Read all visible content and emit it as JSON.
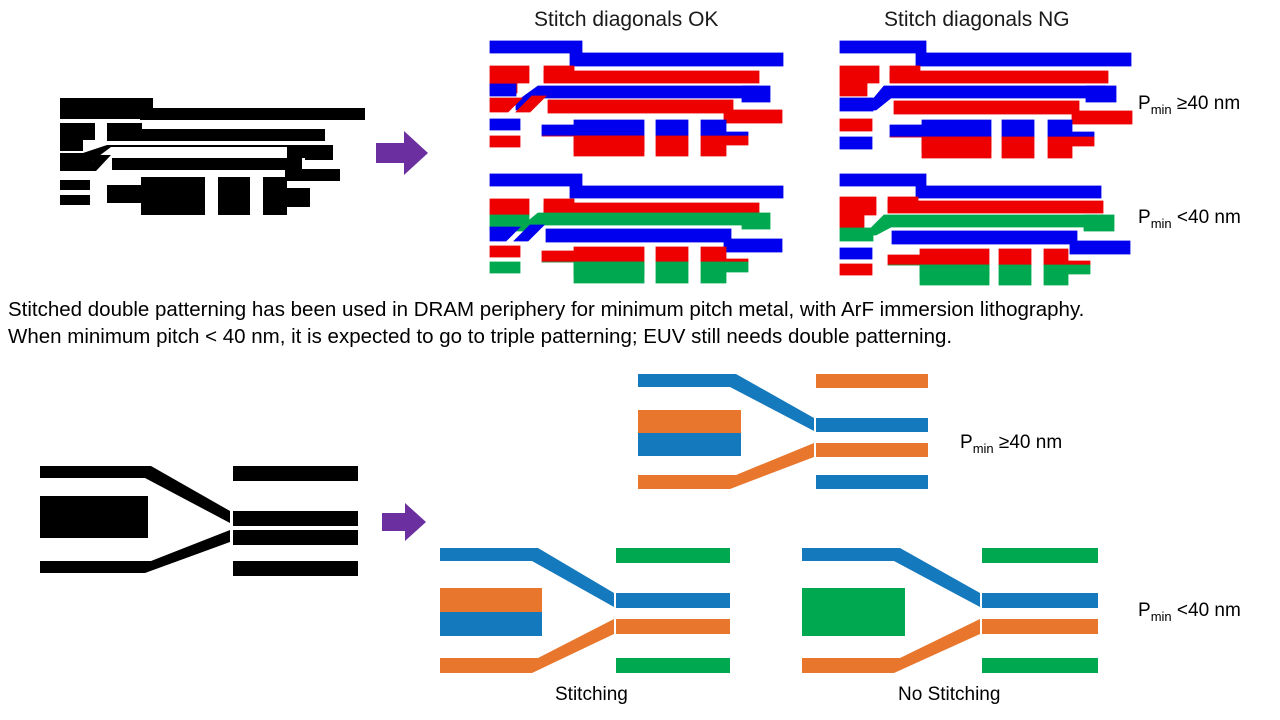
{
  "headers": {
    "stitch_ok": "Stitch diagonals OK",
    "stitch_ng": "Stitch diagonals NG"
  },
  "right_labels": {
    "top_ge40": {
      "p": "P",
      "sub": "min",
      "rest": " ≥40 nm"
    },
    "top_lt40": {
      "p": "P",
      "sub": "min",
      "rest": " <40 nm"
    },
    "bot_ge40": {
      "p": "P",
      "sub": "min",
      "rest": " ≥40 nm"
    },
    "bot_lt40": {
      "p": "P",
      "sub": "min",
      "rest": " <40 nm"
    }
  },
  "body_text": {
    "line1": "Stitched double patterning has been used in DRAM periphery for minimum pitch metal, with ArF immersion lithography.",
    "line2": "When minimum pitch < 40 nm, it is expected to go to triple patterning; EUV still needs double patterning."
  },
  "captions": {
    "stitching": "Stitching",
    "no_stitching": "No Stitching"
  },
  "colors": {
    "red": "#ee0000",
    "blue": "#0000ee",
    "green": "#00a94f",
    "mask_blue": "#1479bd",
    "mask_orange": "#e8762c",
    "mask_green": "#0ba757",
    "black": "#000000",
    "arrow_purple": "#6b2fa0",
    "background": "#ffffff"
  },
  "icons": {
    "arrow_top": "right-arrow-icon",
    "arrow_bottom": "right-arrow-icon"
  },
  "notes": {
    "top_left_layout": "black single-layer metal layout, DRAM periphery minimum pitch",
    "bottom_left_layout": "black layout with wide pad and diverging diagonal routes"
  }
}
